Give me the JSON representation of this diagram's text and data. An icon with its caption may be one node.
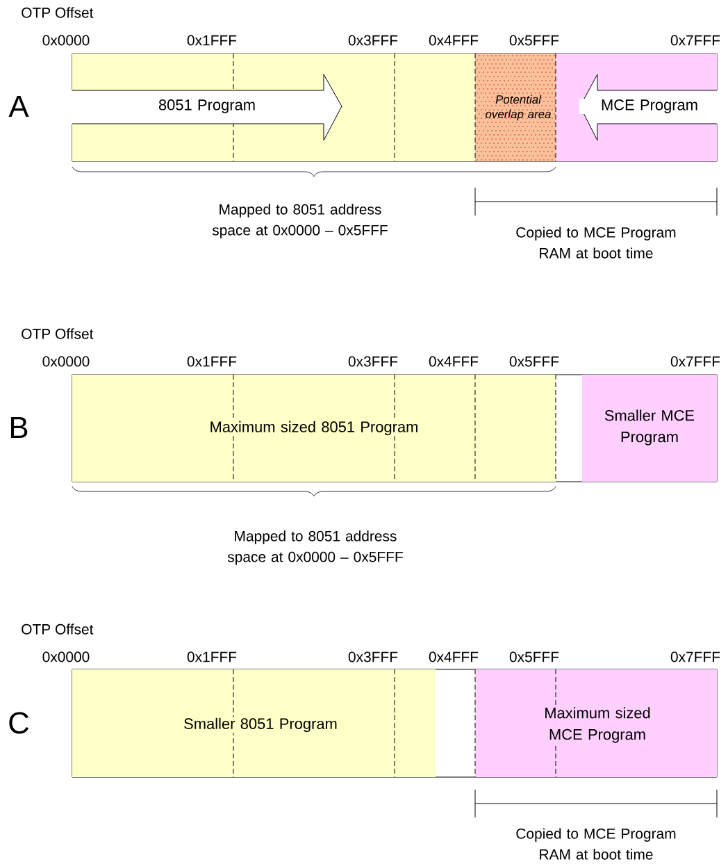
{
  "diagram": {
    "nodes": [
      {
        "text": [
          "8051 Program"
        ]
      },
      {
        "text": [
          "Potential overlap area"
        ]
      },
      {
        "text": [
          "MCE Program"
        ]
      },
      {
        "text": [
          "Maximum sized 8051 Program"
        ]
      },
      {
        "text": [
          "Smaller MCE Program"
        ]
      },
      {
        "text": [
          "Smaller 8051 Program"
        ]
      },
      {
        "text": [
          "Maximum sized MCE Program"
        ]
      }
    ],
    "labels": [
      "OTP Offset",
      "0x0000",
      "0x1FFF",
      "0x3FFF",
      "0x4FFF",
      "0x5FFF",
      "0x7FFF",
      "A",
      "Mapped to 8051 address space at 0x0000 – 0x5FFF",
      "Copied to MCE Program RAM at boot time",
      "OTP Offset",
      "0x0000",
      "0x1FFF",
      "0x3FFF",
      "0x4FFF",
      "0x5FFF",
      "0x7FFF",
      "B",
      "Mapped to 8051 address space at 0x0000 – 0x5FFF",
      "OTP Offset",
      "0x0000",
      "0x1FFF",
      "0x3FFF",
      "0x4FFF",
      "0x5FFF",
      "0x7FFF",
      "C",
      "Copied to MCE Program RAM at boot time"
    ]
  }
}
